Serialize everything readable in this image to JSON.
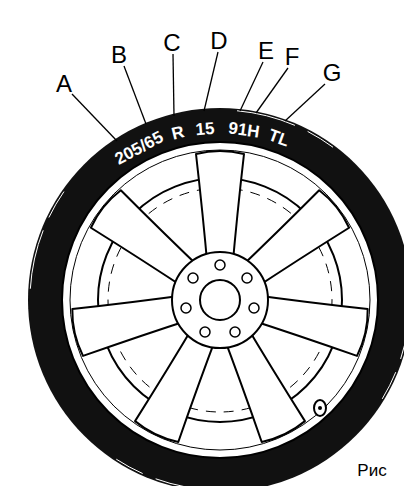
{
  "diagram": {
    "labels": [
      "A",
      "B",
      "C",
      "D",
      "E",
      "F",
      "G",
      "205/65",
      "R",
      "15",
      "91H",
      "TL",
      "Рис"
    ]
  }
}
